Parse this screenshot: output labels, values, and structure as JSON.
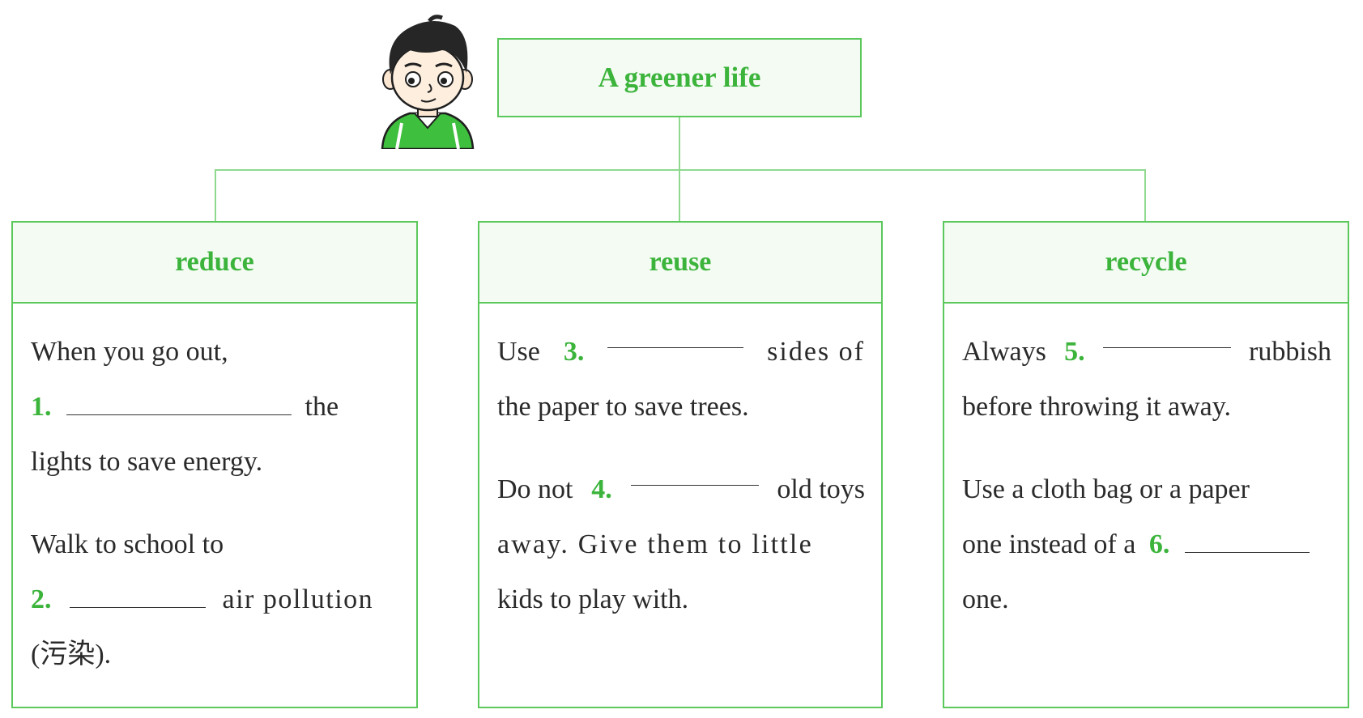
{
  "title": "A greener life",
  "sections": [
    {
      "heading": "reduce",
      "p1": {
        "l1": "When you go out,",
        "l2_num": "1.",
        "l2_after": "the",
        "l3": "lights to save energy."
      },
      "p2": {
        "l1": "Walk to school to",
        "l2_num": "2.",
        "l2_after": "air pollution",
        "l3": "(污染)."
      }
    },
    {
      "heading": "reuse",
      "p1": {
        "l1_a": "Use",
        "l1_num": "3.",
        "l1_b": "sides of",
        "l2": "the paper to save trees."
      },
      "p2": {
        "l1_a": "Do not",
        "l1_num": "4.",
        "l1_b": "old toys",
        "l2": "away. Give them to little",
        "l3": "kids to play with."
      }
    },
    {
      "heading": "recycle",
      "p1": {
        "l1_a": "Always",
        "l1_num": "5.",
        "l1_b": "rubbish",
        "l2": "before throwing it away."
      },
      "p2": {
        "l1": "Use a cloth bag or a paper",
        "l2_a": "one instead of a",
        "l2_num": "6.",
        "l3": "one."
      }
    }
  ],
  "colors": {
    "accent": "#3cb43c",
    "border": "#5bc85b",
    "header_bg": "#f3fbf2",
    "text": "#2a2a2a"
  },
  "icons": {
    "character": "boy-avatar-icon"
  }
}
